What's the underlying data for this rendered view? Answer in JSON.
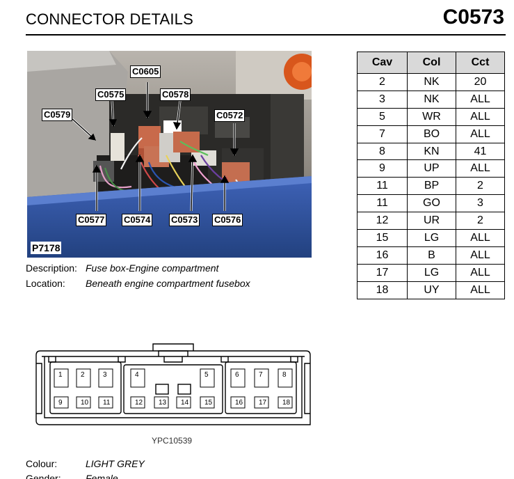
{
  "header": {
    "title": "CONNECTOR DETAILS",
    "connector_id": "C0573"
  },
  "photo": {
    "ref": "P7178",
    "labels": {
      "c0605": "C0605",
      "c0575": "C0575",
      "c0578": "C0578",
      "c0579": "C0579",
      "c0572": "C0572",
      "c0577": "C0577",
      "c0574": "C0574",
      "c0573": "C0573",
      "c0576": "C0576"
    }
  },
  "info": {
    "description_label": "Description:",
    "description_value": "Fuse box-Engine compartment",
    "location_label": "Location:",
    "location_value": "Beneath engine compartment fusebox"
  },
  "table": {
    "headers": [
      "Cav",
      "Col",
      "Cct"
    ],
    "rows": [
      [
        "2",
        "NK",
        "20"
      ],
      [
        "3",
        "NK",
        "ALL"
      ],
      [
        "5",
        "WR",
        "ALL"
      ],
      [
        "7",
        "BO",
        "ALL"
      ],
      [
        "8",
        "KN",
        "41"
      ],
      [
        "9",
        "UP",
        "ALL"
      ],
      [
        "11",
        "BP",
        "2"
      ],
      [
        "11",
        "GO",
        "3"
      ],
      [
        "12",
        "UR",
        "2"
      ],
      [
        "15",
        "LG",
        "ALL"
      ],
      [
        "16",
        "B",
        "ALL"
      ],
      [
        "17",
        "LG",
        "ALL"
      ],
      [
        "18",
        "UY",
        "ALL"
      ]
    ]
  },
  "diagram": {
    "ref": "YPC10539",
    "top_pins": [
      "1",
      "2",
      "3",
      "4",
      "5",
      "6",
      "7",
      "8"
    ],
    "bottom_pins": [
      "9",
      "10",
      "11",
      "12",
      "13",
      "14",
      "15",
      "16",
      "17",
      "18"
    ]
  },
  "details": {
    "colour_label": "Colour:",
    "colour_value": "LIGHT GREY",
    "gender_label": "Gender:",
    "gender_value": "Female"
  }
}
